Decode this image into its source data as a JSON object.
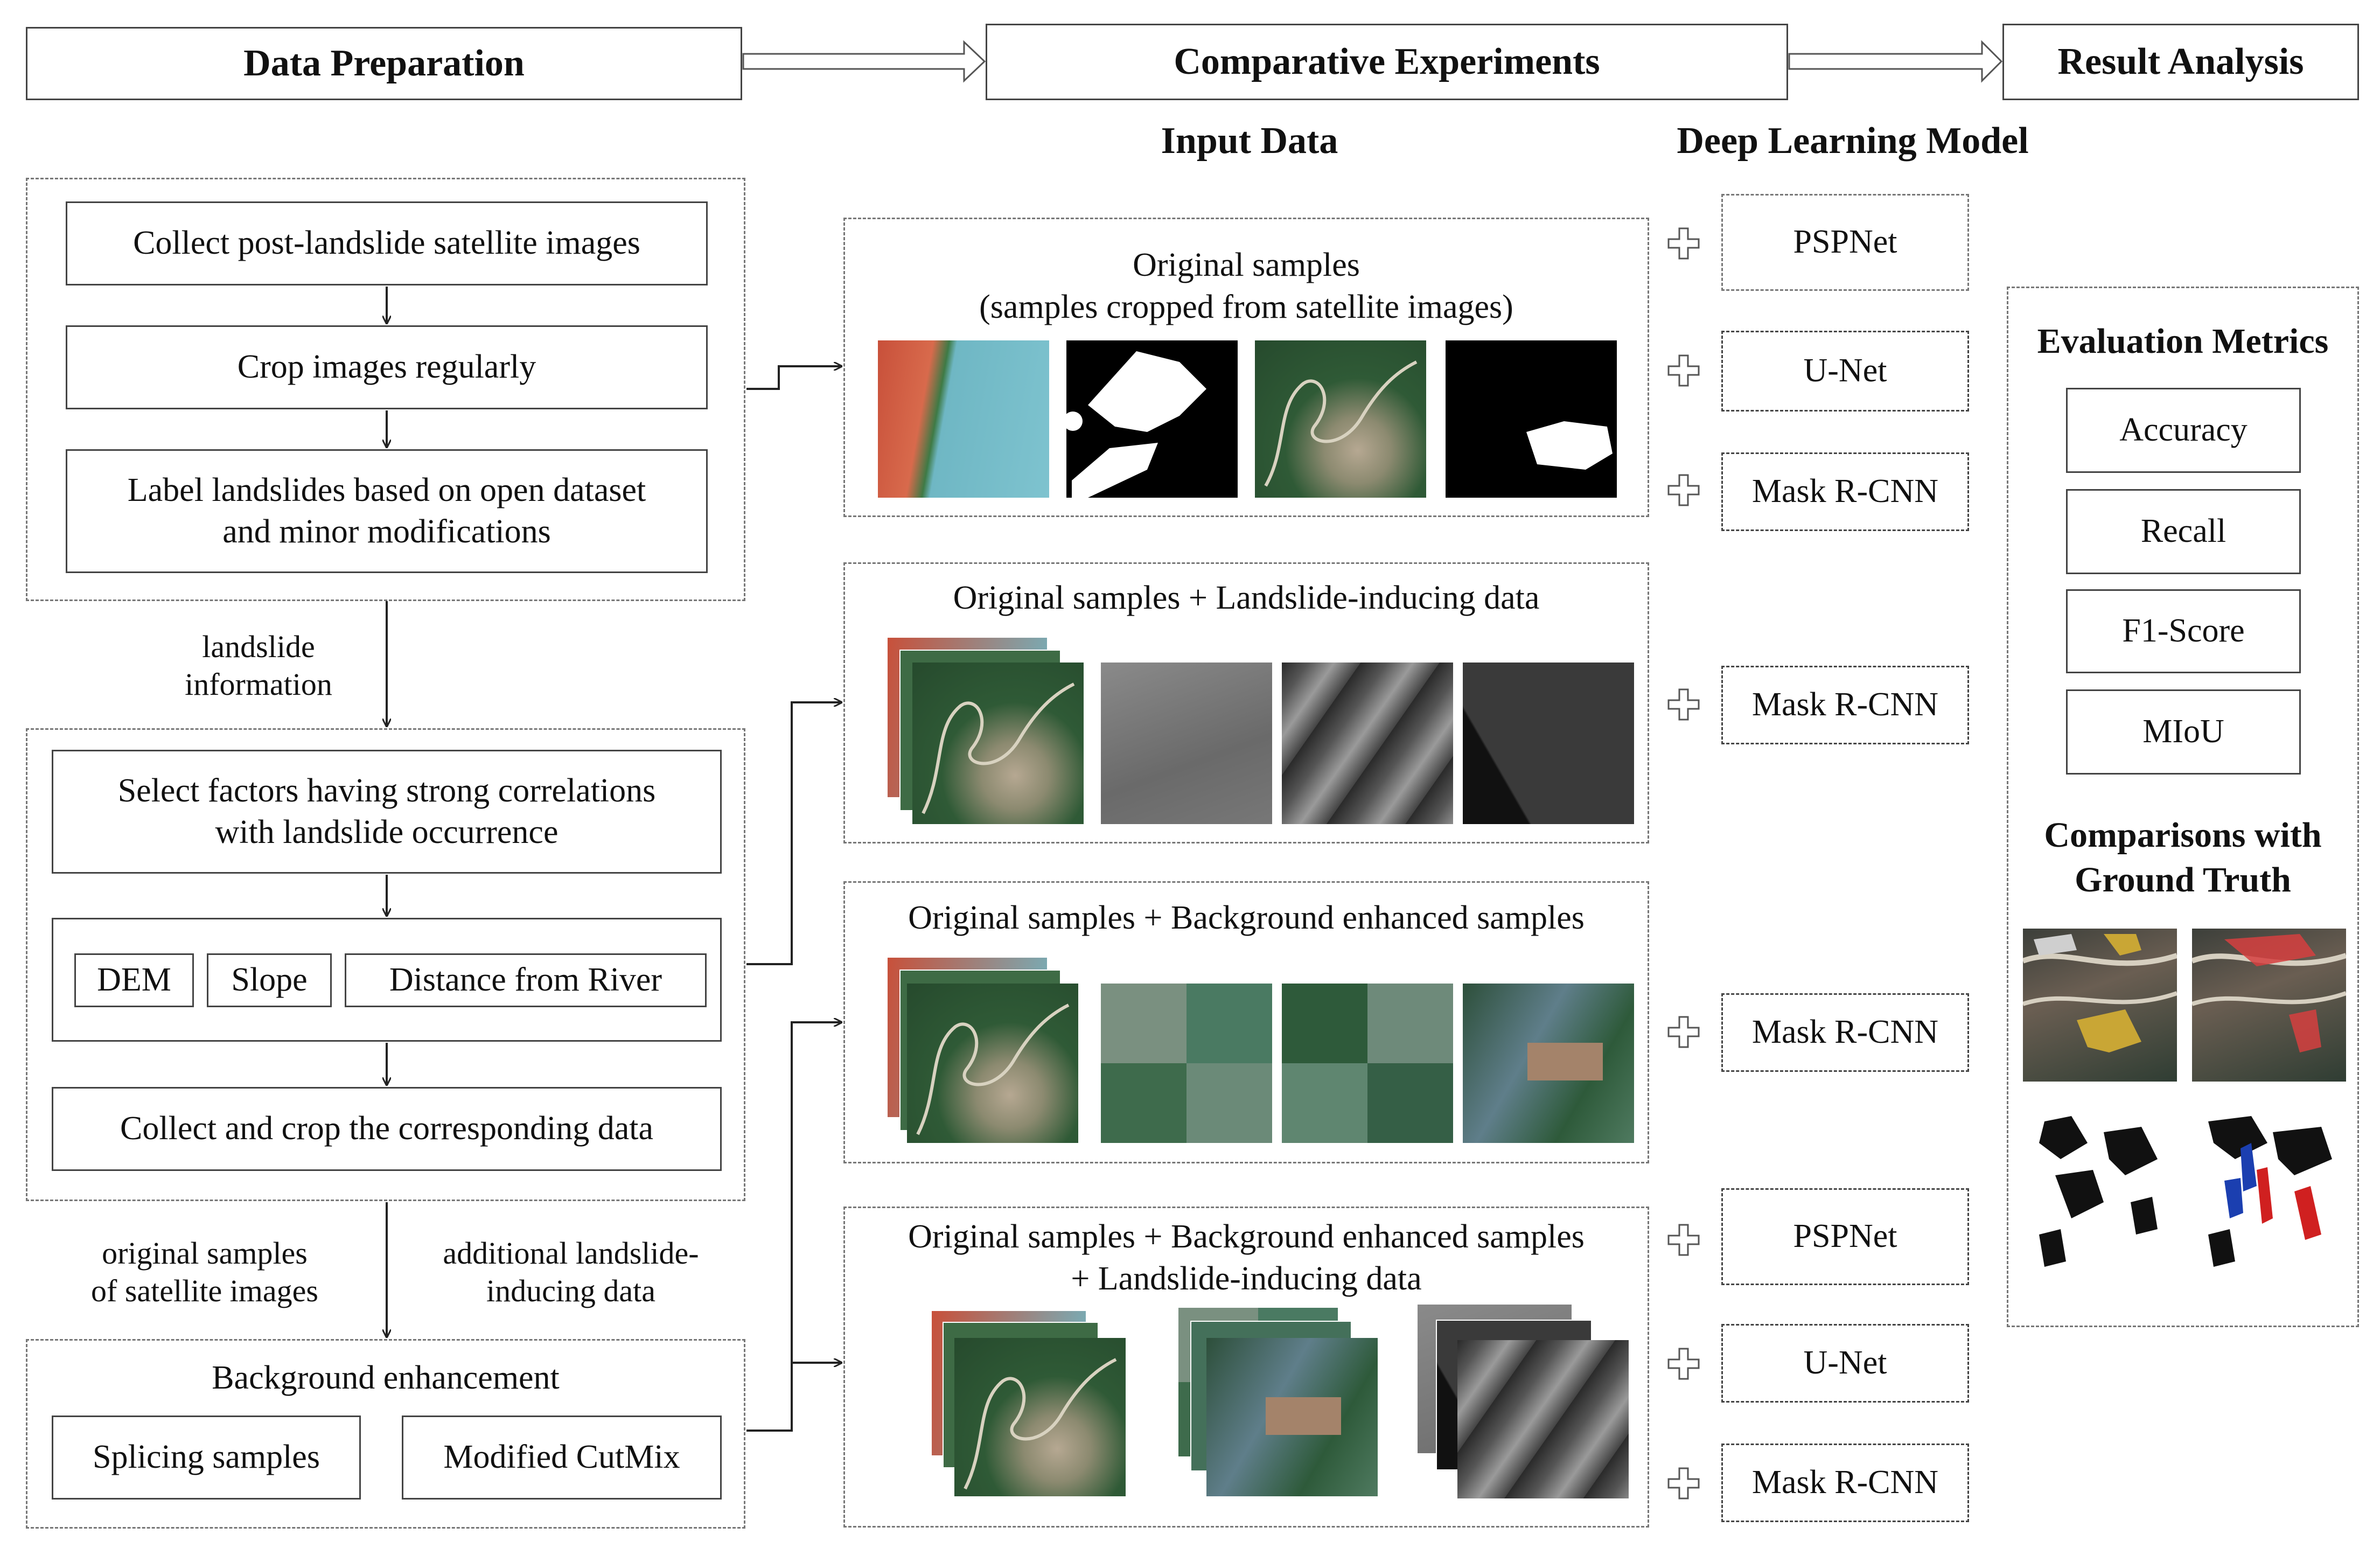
{
  "headers": {
    "data_preparation": "Data Preparation",
    "comparative_experiments": "Comparative Experiments",
    "result_analysis": "Result Analysis"
  },
  "subheaders": {
    "input_data": "Input Data",
    "deep_learning_model": "Deep Learning Model"
  },
  "preparation": {
    "step1": "Collect post-landslide satellite images",
    "step2": "Crop images regularly",
    "step3_line1": "Label landslides based on open dataset",
    "step3_line2": "and minor modifications",
    "landslide_info_line1": "landslide",
    "landslide_info_line2": "information",
    "select_factors_line1": "Select factors having strong correlations",
    "select_factors_line2": "with landslide occurrence",
    "factors": [
      "DEM",
      "Slope",
      "Distance from River"
    ],
    "collect_crop": "Collect and crop the corresponding data",
    "original_samples_line1": "original samples",
    "original_samples_line2": "of satellite images",
    "additional_line1": "additional landslide-",
    "additional_line2": "inducing data",
    "background_enhancement": "Background enhancement",
    "splicing": "Splicing samples",
    "cutmix": "Modified CutMix"
  },
  "experiments": [
    {
      "title_line1": "Original samples",
      "title_line2": "(samples cropped from satellite images)"
    },
    {
      "title_line1": "Original samples + Landslide-inducing data"
    },
    {
      "title_line1": "Original samples +  Background enhanced samples"
    },
    {
      "title_line1": "Original samples +  Background enhanced samples",
      "title_line2": "+ Landslide-inducing data"
    }
  ],
  "models": {
    "row1": [
      "PSPNet",
      "U-Net",
      "Mask R-CNN"
    ],
    "row2": [
      "Mask R-CNN"
    ],
    "row3": [
      "Mask R-CNN"
    ],
    "row4": [
      "PSPNet",
      "U-Net",
      "Mask R-CNN"
    ]
  },
  "results": {
    "metrics_title": "Evaluation Metrics",
    "metrics": [
      "Accuracy",
      "Recall",
      "F1-Score",
      "MIoU"
    ],
    "comparisons_line1": "Comparisons with",
    "comparisons_line2": "Ground Truth"
  },
  "colors": {
    "border": "#444444",
    "dashed": "#777777",
    "water": "#6fb7c4",
    "landslide_red": "#c8503a",
    "vegetation": "#2f5a36"
  }
}
